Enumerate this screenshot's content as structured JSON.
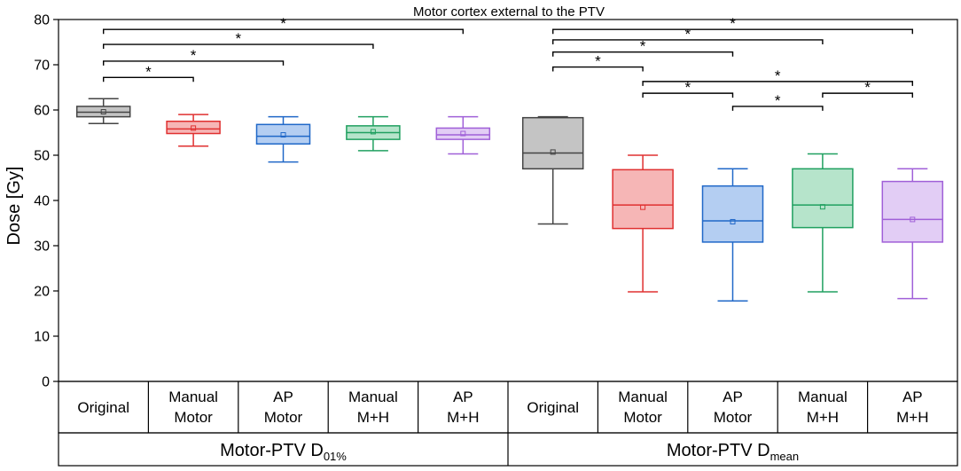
{
  "chart_data": {
    "type": "box",
    "title": "Motor cortex external to the PTV",
    "ylabel": "Dose [Gy]",
    "ylim": [
      0,
      80
    ],
    "yticks": [
      0,
      10,
      20,
      30,
      40,
      50,
      60,
      70,
      80
    ],
    "grid": false,
    "groups": [
      {
        "label_main": "Motor-PTV D",
        "label_sub": "01%"
      },
      {
        "label_main": "Motor-PTV D",
        "label_sub": "mean"
      }
    ],
    "categories": [
      {
        "line1": "Original",
        "line2": ""
      },
      {
        "line1": "Manual",
        "line2": "Motor"
      },
      {
        "line1": "AP",
        "line2": "Motor"
      },
      {
        "line1": "Manual",
        "line2": "M+H"
      },
      {
        "line1": "AP",
        "line2": "M+H"
      },
      {
        "line1": "Original",
        "line2": ""
      },
      {
        "line1": "Manual",
        "line2": "Motor"
      },
      {
        "line1": "AP",
        "line2": "Motor"
      },
      {
        "line1": "Manual",
        "line2": "M+H"
      },
      {
        "line1": "AP",
        "line2": "M+H"
      }
    ],
    "boxes": [
      {
        "group": 0,
        "whislo": 57.0,
        "q1": 58.5,
        "median": 59.5,
        "mean": 59.6,
        "q3": 60.8,
        "whishi": 62.5,
        "color": "#444444",
        "fill": "#c4c4c4"
      },
      {
        "group": 0,
        "whislo": 52.0,
        "q1": 54.8,
        "median": 55.8,
        "mean": 56.0,
        "q3": 57.5,
        "whishi": 59.0,
        "color": "#e03030",
        "fill": "#f6b6b6"
      },
      {
        "group": 0,
        "whislo": 48.5,
        "q1": 52.5,
        "median": 54.2,
        "mean": 54.5,
        "q3": 56.8,
        "whishi": 58.5,
        "color": "#2068c8",
        "fill": "#b4cef2"
      },
      {
        "group": 0,
        "whislo": 51.0,
        "q1": 53.5,
        "median": 55.0,
        "mean": 55.2,
        "q3": 56.5,
        "whishi": 58.5,
        "color": "#20a060",
        "fill": "#b6e4cb"
      },
      {
        "group": 0,
        "whislo": 50.3,
        "q1": 53.5,
        "median": 54.5,
        "mean": 54.8,
        "q3": 56.0,
        "whishi": 58.5,
        "color": "#a060d8",
        "fill": "#e2cdf5"
      },
      {
        "group": 1,
        "whislo": 34.8,
        "q1": 47.0,
        "median": 50.5,
        "mean": 50.7,
        "q3": 58.3,
        "whishi": 58.5,
        "color": "#444444",
        "fill": "#c4c4c4"
      },
      {
        "group": 1,
        "whislo": 19.8,
        "q1": 33.8,
        "median": 39.0,
        "mean": 38.5,
        "q3": 46.8,
        "whishi": 50.0,
        "color": "#e03030",
        "fill": "#f6b6b6"
      },
      {
        "group": 1,
        "whislo": 17.8,
        "q1": 30.8,
        "median": 35.5,
        "mean": 35.3,
        "q3": 43.2,
        "whishi": 47.0,
        "color": "#2068c8",
        "fill": "#b4cef2"
      },
      {
        "group": 1,
        "whislo": 19.8,
        "q1": 34.0,
        "median": 39.0,
        "mean": 38.6,
        "q3": 47.0,
        "whishi": 50.3,
        "color": "#20a060",
        "fill": "#b6e4cb"
      },
      {
        "group": 1,
        "whislo": 18.3,
        "q1": 30.8,
        "median": 35.8,
        "mean": 35.8,
        "q3": 44.2,
        "whishi": 47.0,
        "color": "#a060d8",
        "fill": "#e2cdf5"
      }
    ],
    "significance": [
      {
        "from": 0,
        "to": 1,
        "y": 67.2,
        "label": "*"
      },
      {
        "from": 0,
        "to": 2,
        "y": 70.8,
        "label": "*"
      },
      {
        "from": 0,
        "to": 3,
        "y": 74.5,
        "label": "*"
      },
      {
        "from": 0,
        "to": 4,
        "y": 77.8,
        "label": "*"
      },
      {
        "from": 5,
        "to": 6,
        "y": 69.5,
        "label": "*"
      },
      {
        "from": 5,
        "to": 7,
        "y": 72.8,
        "label": "*"
      },
      {
        "from": 5,
        "to": 8,
        "y": 75.5,
        "label": "*"
      },
      {
        "from": 5,
        "to": 9,
        "y": 77.8,
        "label": "*"
      },
      {
        "from": 6,
        "to": 9,
        "y": 66.3,
        "label": "*"
      },
      {
        "from": 6,
        "to": 7,
        "y": 63.7,
        "label": "*"
      },
      {
        "from": 8,
        "to": 9,
        "y": 63.7,
        "label": "*"
      },
      {
        "from": 7,
        "to": 8,
        "y": 60.8,
        "label": "*"
      }
    ]
  }
}
